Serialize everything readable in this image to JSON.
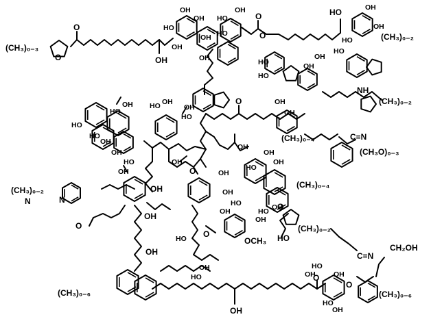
{
  "labels": {
    "oh": "OH",
    "o": "O",
    "ho": "HO",
    "n": "N",
    "nh": "NH",
    "h": "H",
    "cn": "C≡N",
    "och3": "OCH₃",
    "ch2oh": "CH₂OH",
    "me03": "(CH₃)₀₋₃",
    "me02": "(CH₃)₀₋₂",
    "me04": "(CH₃)₀₋₄",
    "me06": "(CH₃)₀₋₆",
    "meo03": "(CH₃O)₀₋₃"
  }
}
